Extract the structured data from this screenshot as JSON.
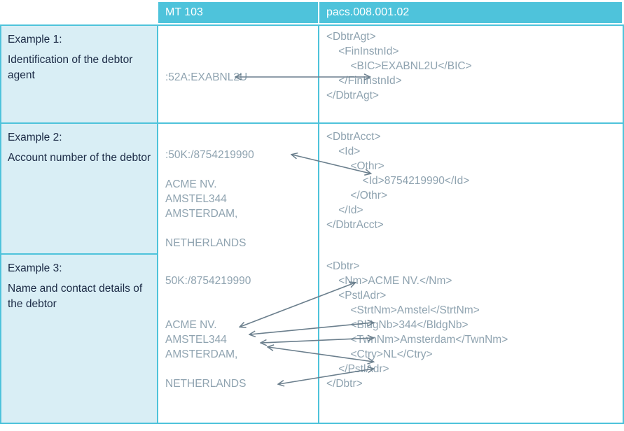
{
  "table": {
    "header": {
      "col1_label": "",
      "col2_label": "MT 103",
      "col3_label": "pacs.008.001.02"
    },
    "colors": {
      "header_bg": "#4ec3db",
      "border": "#4ec3db",
      "desc_bg": "#d9eef5",
      "desc_text": "#1b2a45",
      "content_text": "#8fa3b0",
      "arrow": "#6b7f8d"
    },
    "rows": [
      {
        "id": "example-1",
        "description_title": "Example 1:",
        "description_body": "Identification of the\ndebtor agent",
        "mt103": [
          ":52A:EXABNL2U"
        ],
        "xml": "<DbtrAgt>\n    <FinInstnId>\n        <BIC>EXABNL2U</BIC>\n    </FinInstnId>\n</DbtrAgt>"
      },
      {
        "id": "example-2",
        "description_title": "Example 2:",
        "description_body": "Account number of\nthe debtor",
        "mt103": [
          ":50K:/8754219990",
          "ACME NV.\nAMSTEL344\nAMSTERDAM,",
          "NETHERLANDS"
        ],
        "xml": "<DbtrAcct>\n    <Id>\n        <Othr>\n            <Id>8754219990</Id>\n        </Othr>\n    </Id>\n</DbtrAcct>"
      },
      {
        "id": "example-3",
        "description_title": "Example 3:",
        "description_body": "Name and contact\ndetails of the debtor",
        "mt103": [
          "50K:/8754219990",
          "ACME NV.\nAMSTEL344\nAMSTERDAM,",
          "NETHERLANDS"
        ],
        "xml": "<Dbtr>\n    <Nm>ACME NV.</Nm>\n    <PstlAdr>\n        <StrtNm>Amstel</StrtNm>\n        <BldgNb>344</BldgNb>\n        <TwnNm>Amsterdam</TwnNm>\n        <Ctry>NL</Ctry>\n    </PstlAdr>\n</Dbtr>"
      }
    ],
    "mappings": [
      {
        "name": "bic-mapping",
        "from": ":52A:EXABNL2U",
        "to": "<BIC>EXABNL2U</BIC>",
        "style": "double"
      },
      {
        "name": "account-mapping",
        "from": ":50K:/8754219990",
        "to": "<Othr>",
        "style": "double"
      },
      {
        "name": "name-mapping",
        "from": "ACME NV.",
        "to": "<Nm>ACME NV.</Nm>",
        "style": "double"
      },
      {
        "name": "street-mapping",
        "from": "AMSTEL344",
        "to": "<StrtNm>Amstel</StrtNm>",
        "style": "double"
      },
      {
        "name": "building-mapping",
        "from": "AMSTEL344",
        "to": "<BldgNb>344</BldgNb>",
        "style": "double"
      },
      {
        "name": "town-mapping",
        "from": "AMSTERDAM,",
        "to": "<TwnNm>Amsterdam</TwnNm>",
        "style": "double"
      },
      {
        "name": "country-mapping",
        "from": "NETHERLANDS",
        "to": "<Ctry>NL</Ctry>",
        "style": "double"
      }
    ]
  }
}
